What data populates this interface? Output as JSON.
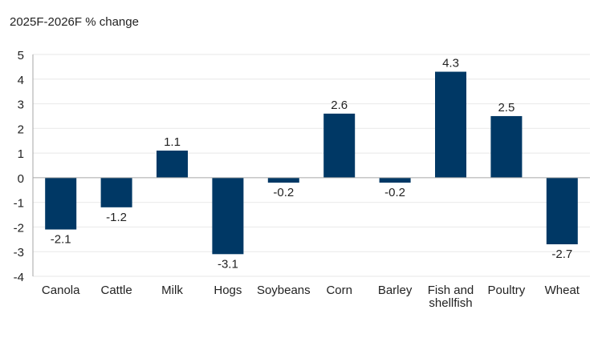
{
  "chart_data": {
    "type": "bar",
    "title": "2025F-2026F % change",
    "xlabel": "",
    "ylabel": "2025F-2026F % change",
    "categories": [
      "Canola",
      "Cattle",
      "Milk",
      "Hogs",
      "Soybeans",
      "Corn",
      "Barley",
      "Fish and shellfish",
      "Poultry",
      "Wheat"
    ],
    "category_lines": [
      [
        "Canola"
      ],
      [
        "Cattle"
      ],
      [
        "Milk"
      ],
      [
        "Hogs"
      ],
      [
        "Soybeans"
      ],
      [
        "Corn"
      ],
      [
        "Barley"
      ],
      [
        "Fish and",
        "shellfish"
      ],
      [
        "Poultry"
      ],
      [
        "Wheat"
      ]
    ],
    "values": [
      -2.1,
      -1.2,
      1.1,
      -3.1,
      -0.2,
      2.6,
      -0.2,
      4.3,
      2.5,
      -2.7
    ],
    "data_labels": [
      "-2.1",
      "-1.2",
      "1.1",
      "-3.1",
      "-0.2",
      "2.6",
      "-0.2",
      "4.3",
      "2.5",
      "-2.7"
    ],
    "ylim": [
      -4,
      5
    ],
    "yticks": [
      5,
      4,
      3,
      2,
      1,
      0,
      -1,
      -2,
      -3,
      -4
    ],
    "grid": true,
    "legend": null,
    "bar_color": "#003865"
  }
}
